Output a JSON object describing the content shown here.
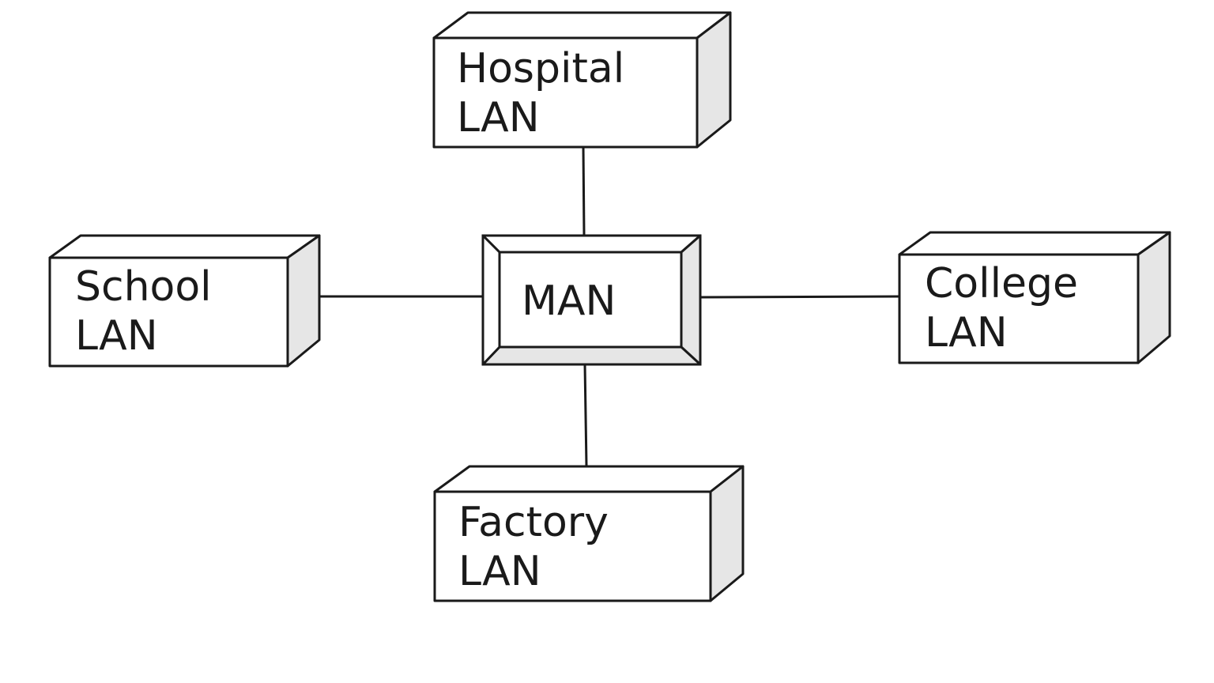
{
  "hub": {
    "label": "MAN"
  },
  "nodes": {
    "hospital": {
      "line1": "Hospital",
      "line2": "LAN"
    },
    "school": {
      "line1": "School",
      "line2": "LAN"
    },
    "college": {
      "line1": "College",
      "line2": "LAN"
    },
    "factory": {
      "line1": "Factory",
      "line2": "LAN"
    }
  },
  "colors": {
    "stroke": "#1a1a1a",
    "shade": "#e6e6e6",
    "background": "#ffffff"
  }
}
